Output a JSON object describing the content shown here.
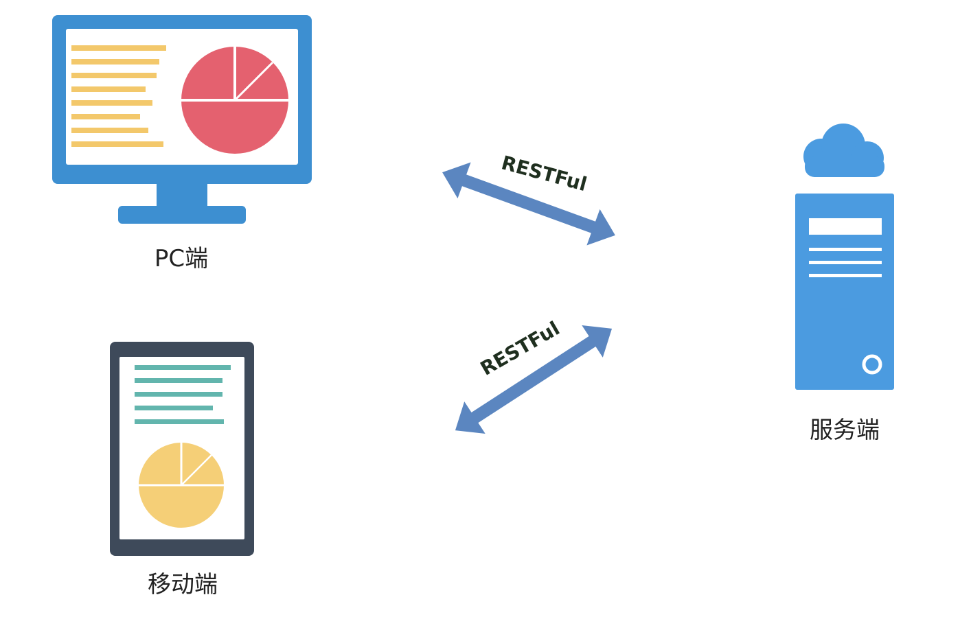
{
  "nodes": {
    "pc": {
      "label": "PC端",
      "screen_color": "#3d8fd1",
      "text_lines_color": "#f3c86b",
      "pie_color": "#e4616f"
    },
    "mobile": {
      "label": "移动端",
      "frame_color": "#3e4a5a",
      "text_lines_color": "#62b5ad",
      "pie_color": "#f5cf77"
    },
    "server": {
      "label": "服务端",
      "body_color": "#4b9be0",
      "cloud_color": "#4b9be0"
    }
  },
  "edges": [
    {
      "from": "pc",
      "to": "server",
      "label": "RESTFul",
      "color": "#5b86c0"
    },
    {
      "from": "mobile",
      "to": "server",
      "label": "RESTFul",
      "color": "#5b86c0"
    }
  ]
}
